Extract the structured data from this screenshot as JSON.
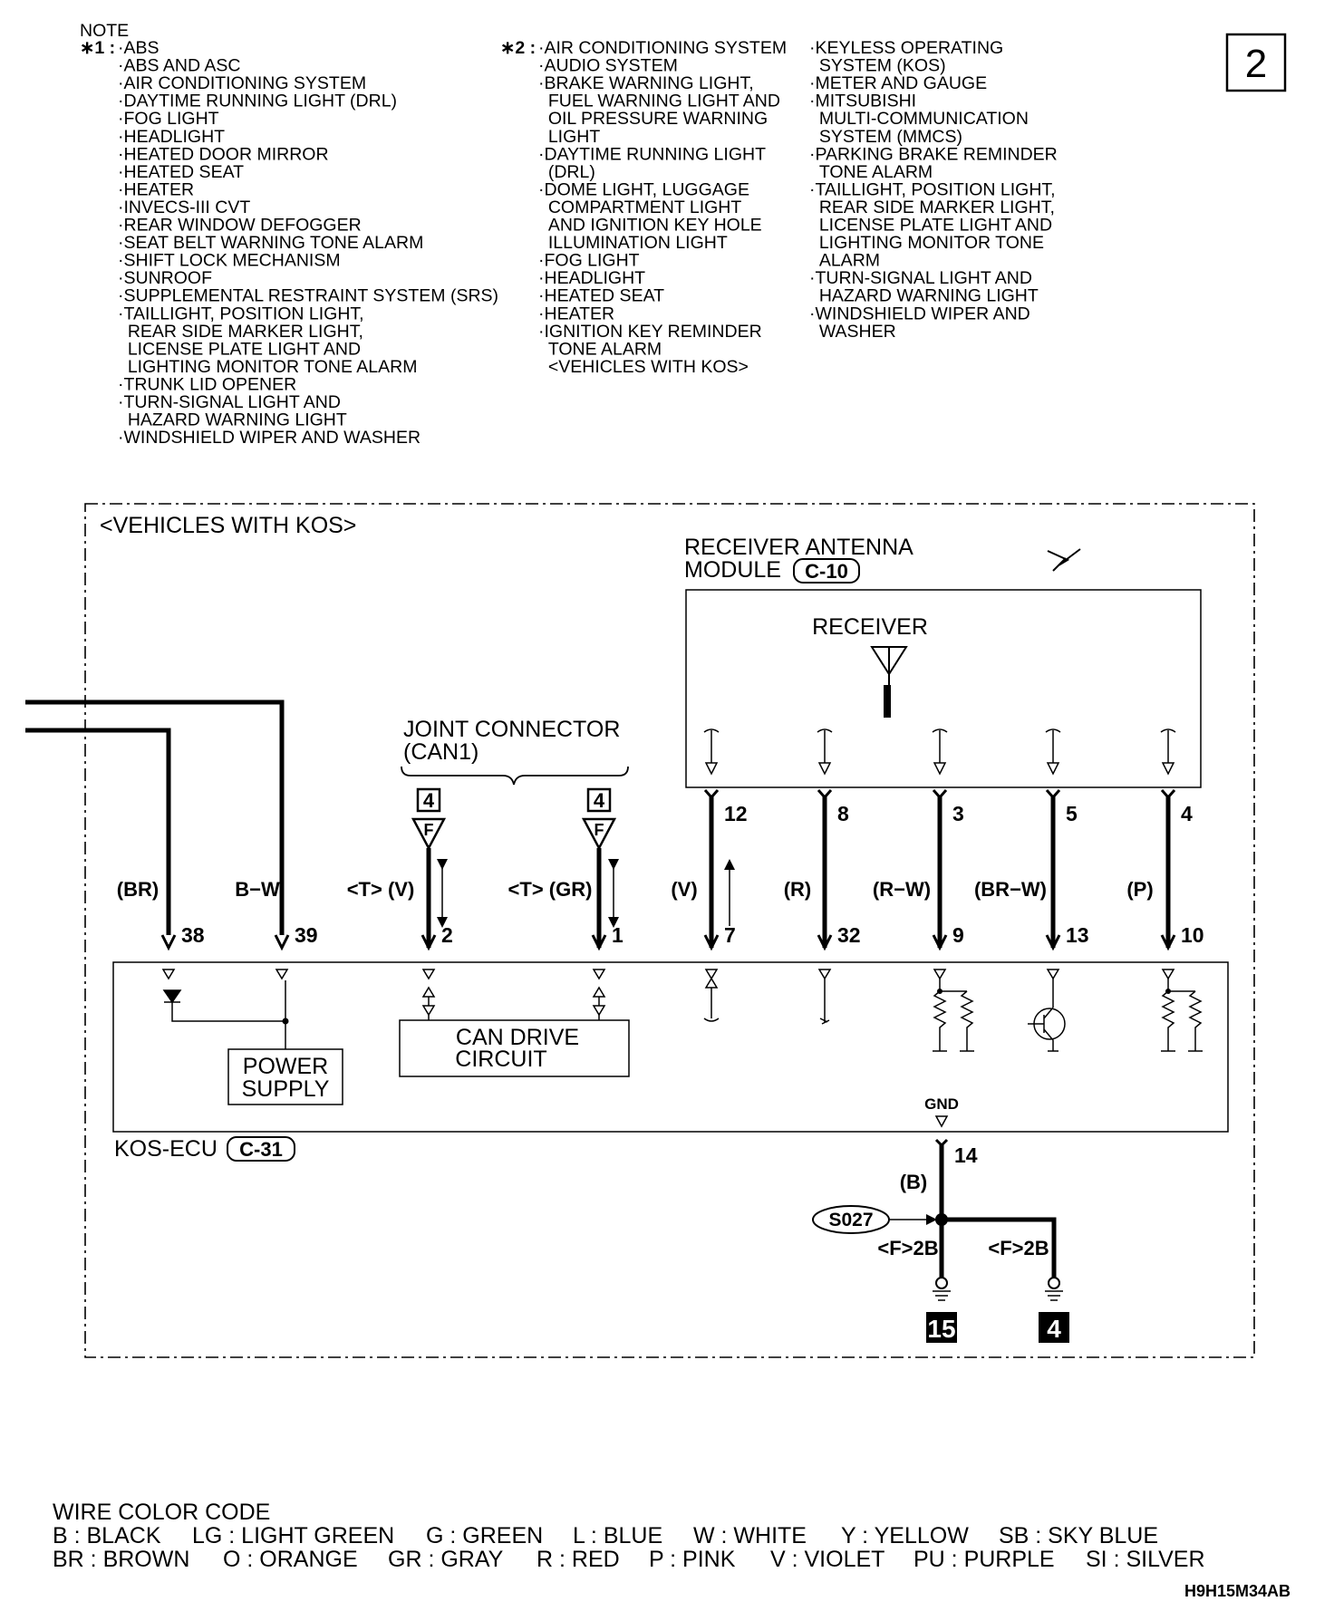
{
  "page_number": "2",
  "note": {
    "title": "NOTE",
    "star1_marker": "∗1 :",
    "star1_items": [
      "·ABS",
      "·ABS AND ASC",
      "·AIR CONDITIONING SYSTEM",
      "·DAYTIME RUNNING LIGHT (DRL)",
      "·FOG LIGHT",
      "·HEADLIGHT",
      "·HEATED DOOR MIRROR",
      "·HEATED SEAT",
      "·HEATER",
      "·INVECS-III CVT",
      "·REAR WINDOW DEFOGGER",
      "·SEAT BELT WARNING TONE ALARM",
      "·SHIFT LOCK MECHANISM",
      "·SUNROOF",
      "·SUPPLEMENTAL RESTRAINT SYSTEM (SRS)",
      "·TAILLIGHT, POSITION LIGHT,",
      " REAR SIDE MARKER LIGHT,",
      " LICENSE PLATE LIGHT AND",
      " LIGHTING MONITOR TONE ALARM",
      "·TRUNK LID OPENER",
      "·TURN-SIGNAL LIGHT AND",
      " HAZARD WARNING LIGHT",
      "·WINDSHIELD WIPER AND WASHER"
    ],
    "star2_marker": "∗2 :",
    "star2_items": [
      "·AIR CONDITIONING SYSTEM",
      "·AUDIO SYSTEM",
      "·BRAKE WARNING LIGHT,",
      " FUEL WARNING LIGHT AND",
      " OIL PRESSURE WARNING",
      " LIGHT",
      "·DAYTIME RUNNING LIGHT",
      " (DRL)",
      "·DOME LIGHT, LUGGAGE",
      " COMPARTMENT LIGHT",
      " AND IGNITION KEY HOLE",
      " ILLUMINATION LIGHT",
      "·FOG LIGHT",
      "·HEADLIGHT",
      "·HEATED SEAT",
      "·HEATER",
      "·IGNITION KEY REMINDER",
      " TONE ALARM",
      " <VEHICLES WITH KOS>"
    ],
    "col3_items": [
      "·KEYLESS OPERATING",
      " SYSTEM (KOS)",
      "·METER AND GAUGE",
      "·MITSUBISHI",
      " MULTI-COMMUNICATION",
      " SYSTEM (MMCS)",
      "·PARKING BRAKE REMINDER",
      " TONE ALARM",
      "·TAILLIGHT, POSITION LIGHT,",
      " REAR SIDE MARKER LIGHT,",
      " LICENSE PLATE LIGHT AND",
      " LIGHTING MONITOR TONE",
      " ALARM",
      "·TURN-SIGNAL LIGHT AND",
      " HAZARD WARNING LIGHT",
      "·WINDSHIELD WIPER AND",
      " WASHER"
    ]
  },
  "diagram": {
    "frame_label": "<VEHICLES WITH KOS>",
    "receiver_module_title": "RECEIVER ANTENNA",
    "receiver_module_title2": "MODULE",
    "receiver_module_connector": "C-10",
    "receiver_label": "RECEIVER",
    "joint_connector_title": "JOINT CONNECTOR",
    "joint_connector_sub": "(CAN1)",
    "joint_badge": "4",
    "joint_letter": "F",
    "ecu_name": "KOS-ECU",
    "ecu_connector": "C-31",
    "power_supply_1": "POWER",
    "power_supply_2": "SUPPLY",
    "can_drive_1": "CAN DRIVE",
    "can_drive_2": "CIRCUIT",
    "gnd_label": "GND",
    "splice": "S027",
    "ground_wire": "(B)",
    "ground_pin": "14",
    "f2b_left": "<F>2B",
    "f2b_right": "<F>2B",
    "ground_point_1": "15",
    "ground_point_2": "4",
    "ecu_pins": [
      "38",
      "39",
      "2",
      "1",
      "7",
      "32",
      "9",
      "13",
      "10"
    ],
    "rx_pins": [
      "12",
      "8",
      "3",
      "5",
      "4"
    ],
    "wires": [
      "(BR)",
      "B−W",
      "<T> (V)",
      "<T> (GR)",
      "(V)",
      "(R)",
      "(R−W)",
      "(BR−W)",
      "(P)"
    ]
  },
  "wire_color_code": {
    "title": "WIRE COLOR CODE",
    "row1": [
      "B : BLACK",
      "LG : LIGHT GREEN",
      "G : GREEN",
      "L : BLUE",
      "W : WHITE",
      "Y : YELLOW",
      "SB : SKY BLUE"
    ],
    "row2": [
      "BR : BROWN",
      "O : ORANGE",
      "GR : GRAY",
      "R : RED",
      "P : PINK",
      "V : VIOLET",
      "PU : PURPLE",
      "SI : SILVER"
    ]
  },
  "figure_code": "H9H15M34AB"
}
